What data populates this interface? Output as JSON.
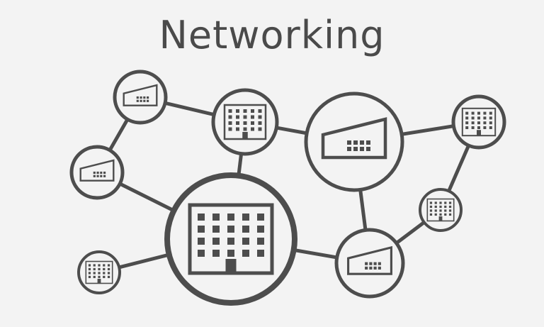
{
  "title": "Networking",
  "colors": {
    "stroke": "#4d4d4d",
    "background": "#f3f3f3",
    "node_fill": "#f3f3f3"
  },
  "nodes": [
    {
      "id": "factory-small-top-left",
      "icon": "factory-icon"
    },
    {
      "id": "office-top-middle",
      "icon": "office-building-icon"
    },
    {
      "id": "factory-large-center",
      "icon": "factory-icon"
    },
    {
      "id": "office-top-right",
      "icon": "office-building-icon"
    },
    {
      "id": "factory-small-left",
      "icon": "factory-icon"
    },
    {
      "id": "office-large-headquarters",
      "icon": "office-building-icon"
    },
    {
      "id": "office-small-right",
      "icon": "office-building-icon"
    },
    {
      "id": "factory-bottom-right",
      "icon": "factory-icon"
    },
    {
      "id": "office-small-bottom-left",
      "icon": "office-building-icon"
    }
  ],
  "edges": [
    [
      "factory-small-top-left",
      "office-top-middle"
    ],
    [
      "factory-small-top-left",
      "factory-small-left"
    ],
    [
      "office-top-middle",
      "factory-large-center"
    ],
    [
      "office-top-middle",
      "office-large-headquarters"
    ],
    [
      "factory-small-left",
      "office-large-headquarters"
    ],
    [
      "factory-large-center",
      "office-top-right"
    ],
    [
      "factory-large-center",
      "factory-bottom-right"
    ],
    [
      "office-top-right",
      "office-small-right"
    ],
    [
      "office-small-right",
      "factory-bottom-right"
    ],
    [
      "office-large-headquarters",
      "factory-bottom-right"
    ],
    [
      "office-large-headquarters",
      "office-small-bottom-left"
    ]
  ]
}
